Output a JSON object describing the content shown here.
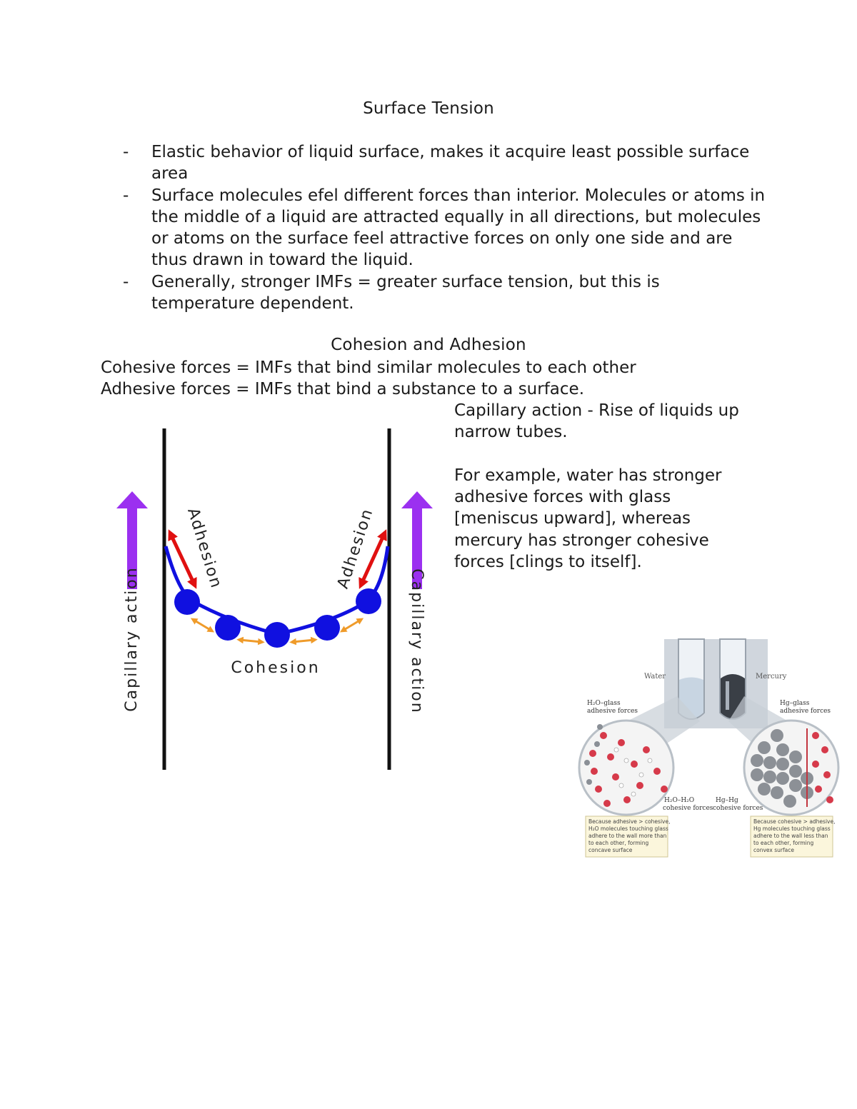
{
  "surface_tension": {
    "title": "Surface Tension",
    "bullets": [
      "Elastic behavior of liquid surface, makes it acquire least possible surface area",
      "Surface molecules efel different forces than interior.  Molecules or atoms in the middle of a liquid are attracted equally in all directions, but molecules or atoms on the surface feel attractive forces on only one side and are thus drawn in toward the liquid.",
      "Generally, stronger IMFs = greater surface tension, but this is temperature dependent."
    ],
    "bullet_marker": "-"
  },
  "cohesion_adhesion": {
    "title": "Cohesion and Adhesion",
    "cohesive_line": "Cohesive forces = IMFs that bind similar molecules to each other",
    "adhesive_line": "Adhesive forces = IMFs that bind a substance to a surface.",
    "capillary_text": "Capillary action - Rise of liquids up narrow tubes.",
    "example_text": "For example, water has stronger adhesive forces with glass [meniscus upward], whereas mercury has stronger cohesive forces [clings to itself]."
  },
  "capillary_diagram": {
    "label_capillary_left": "Capillary action",
    "label_capillary_right": "Capillary action",
    "label_adhesion_left": "Adhesion",
    "label_adhesion_right": "Adhesion",
    "label_cohesion": "Cohesion",
    "colors": {
      "wall": "#111111",
      "meniscus": "#1010e0",
      "adhesion_arrow": "#e01010",
      "cohesion_arrow": "#ef9b2a",
      "capillary_arrow": "#9b30f0"
    }
  },
  "meniscus_figure": {
    "label_water": "Water",
    "label_mercury": "Mercury",
    "label_h2o_glass": "H₂O–glass",
    "label_h2o_glass_sub": "adhesive forces",
    "label_hg_glass": "Hg–glass",
    "label_hg_glass_sub": "adhesive forces",
    "label_h2o_h2o": "H₂O–H₂O",
    "label_h2o_h2o_sub": "cohesive forces",
    "label_hg_hg": "Hg–Hg",
    "label_hg_hg_sub": "cohesive forces",
    "caption_water": [
      "Because adhesive > cohesive,",
      "H₂O molecules touching glass",
      "adhere to the wall more than",
      "to each other, forming",
      "concave surface"
    ],
    "caption_mercury": [
      "Because cohesive > adhesive,",
      "Hg molecules touching glass",
      "adhere to the wall less than",
      "to each other, forming",
      "convex surface"
    ]
  }
}
